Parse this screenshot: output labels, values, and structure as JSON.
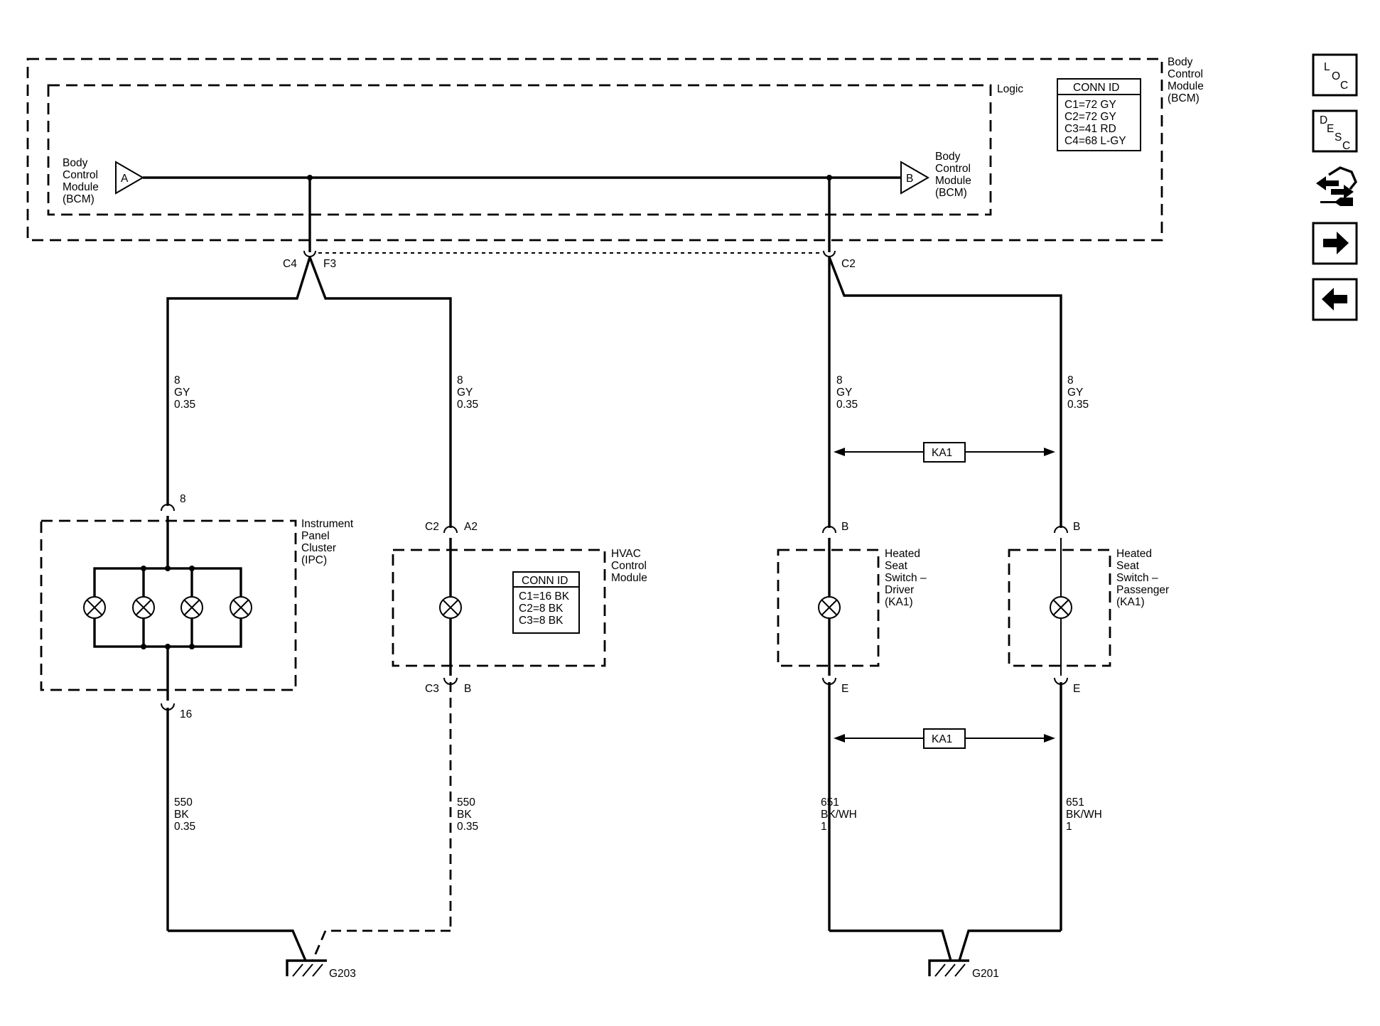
{
  "bcm": {
    "title": [
      "Body",
      "Control",
      "Module",
      "(BCM)"
    ],
    "logic_label": "Logic",
    "conn_id": {
      "header": "CONN ID",
      "rows": [
        "C1=72 GY",
        "C2=72 GY",
        "C3=41 RD",
        "C4=68 L-GY"
      ]
    },
    "input": {
      "letter": "A",
      "label": [
        "Body",
        "Control",
        "Module",
        "(BCM)"
      ]
    },
    "output": {
      "letter": "B",
      "label": [
        "Body",
        "Control",
        "Module",
        "(BCM)"
      ]
    }
  },
  "connectors": {
    "c4": "C4",
    "f3": "F3",
    "c2": "C2"
  },
  "wires": {
    "ipc_feed": [
      "8",
      "GY",
      "0.35"
    ],
    "hvac_feed": [
      "8",
      "GY",
      "0.35"
    ],
    "driver_feed": [
      "8",
      "GY",
      "0.35"
    ],
    "passenger_feed": [
      "8",
      "GY",
      "0.35"
    ],
    "ipc_ground": [
      "550",
      "BK",
      "0.35"
    ],
    "hvac_ground": [
      "550",
      "BK",
      "0.35"
    ],
    "driver_ground": [
      "651",
      "BK/WH",
      "1"
    ],
    "passenger_ground": [
      "651",
      "BK/WH",
      "1"
    ]
  },
  "ipc": {
    "label": [
      "Instrument",
      "Panel",
      "Cluster",
      "(IPC)"
    ],
    "pin_top": "8",
    "pin_bottom": "16"
  },
  "hvac": {
    "label": [
      "HVAC",
      "Control",
      "Module"
    ],
    "conn_top": "C2",
    "pin_top": "A2",
    "conn_bottom": "C3",
    "pin_bottom": "B",
    "conn_id": {
      "header": "CONN ID",
      "rows": [
        "C1=16 BK",
        "C2=8 BK",
        "C3=8 BK"
      ]
    }
  },
  "driver_switch": {
    "label": [
      "Heated",
      "Seat",
      "Switch –",
      "Driver",
      "(KA1)"
    ],
    "pin_top": "B",
    "pin_bottom": "E"
  },
  "passenger_switch": {
    "label": [
      "Heated",
      "Seat",
      "Switch –",
      "Passenger",
      "(KA1)"
    ],
    "pin_top": "B",
    "pin_bottom": "E"
  },
  "options": {
    "top_badge": "KA1",
    "bottom_badge": "KA1"
  },
  "grounds": {
    "left": "G203",
    "right": "G201"
  },
  "toolbar": {
    "loc": {
      "l": "L",
      "o": "O",
      "c": "C"
    },
    "desc": {
      "d": "D",
      "e": "E",
      "s": "S",
      "c": "C"
    }
  }
}
